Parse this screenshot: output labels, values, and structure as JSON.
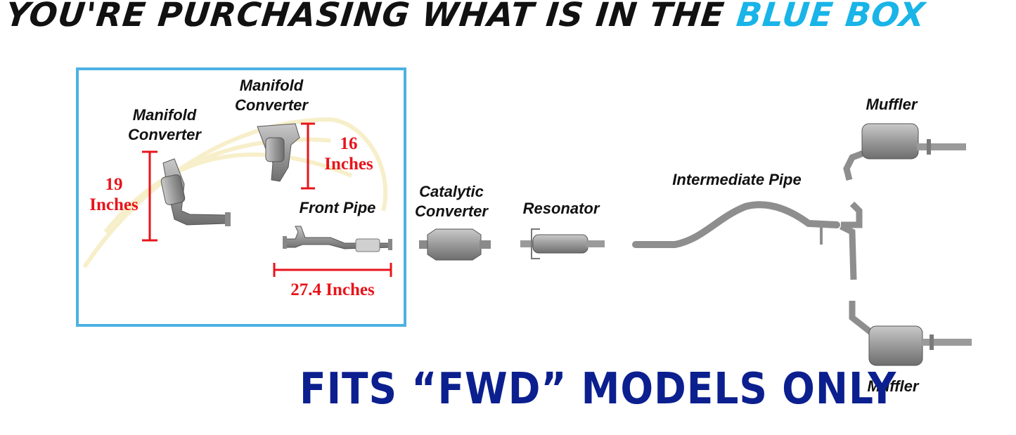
{
  "headline": {
    "prefix": "YOU'RE PURCHASING WHAT IS IN THE",
    "accent": "BLUE BOX"
  },
  "colors": {
    "accent_blue": "#19b4e8",
    "box_border": "#4db1e3",
    "measurement_red": "#e8141b",
    "footer_navy": "#0c1f8f"
  },
  "parts": {
    "manifold_converter_left": {
      "line1": "Manifold",
      "line2": "Converter"
    },
    "manifold_converter_top": {
      "line1": "Manifold",
      "line2": "Converter"
    },
    "front_pipe": "Front Pipe",
    "catalytic_converter": {
      "line1": "Catalytic",
      "line2": "Converter"
    },
    "resonator": "Resonator",
    "intermediate_pipe": "Intermediate Pipe",
    "muffler_top": "Muffler",
    "muffler_bottom": "Muffler"
  },
  "measurements": {
    "left_manifold": {
      "value": "19",
      "unit": "Inches"
    },
    "top_manifold": {
      "value": "16",
      "unit": "Inches"
    },
    "front_pipe": "27.4 Inches"
  },
  "footer": "FITS “FWD” MODELS ONLY"
}
